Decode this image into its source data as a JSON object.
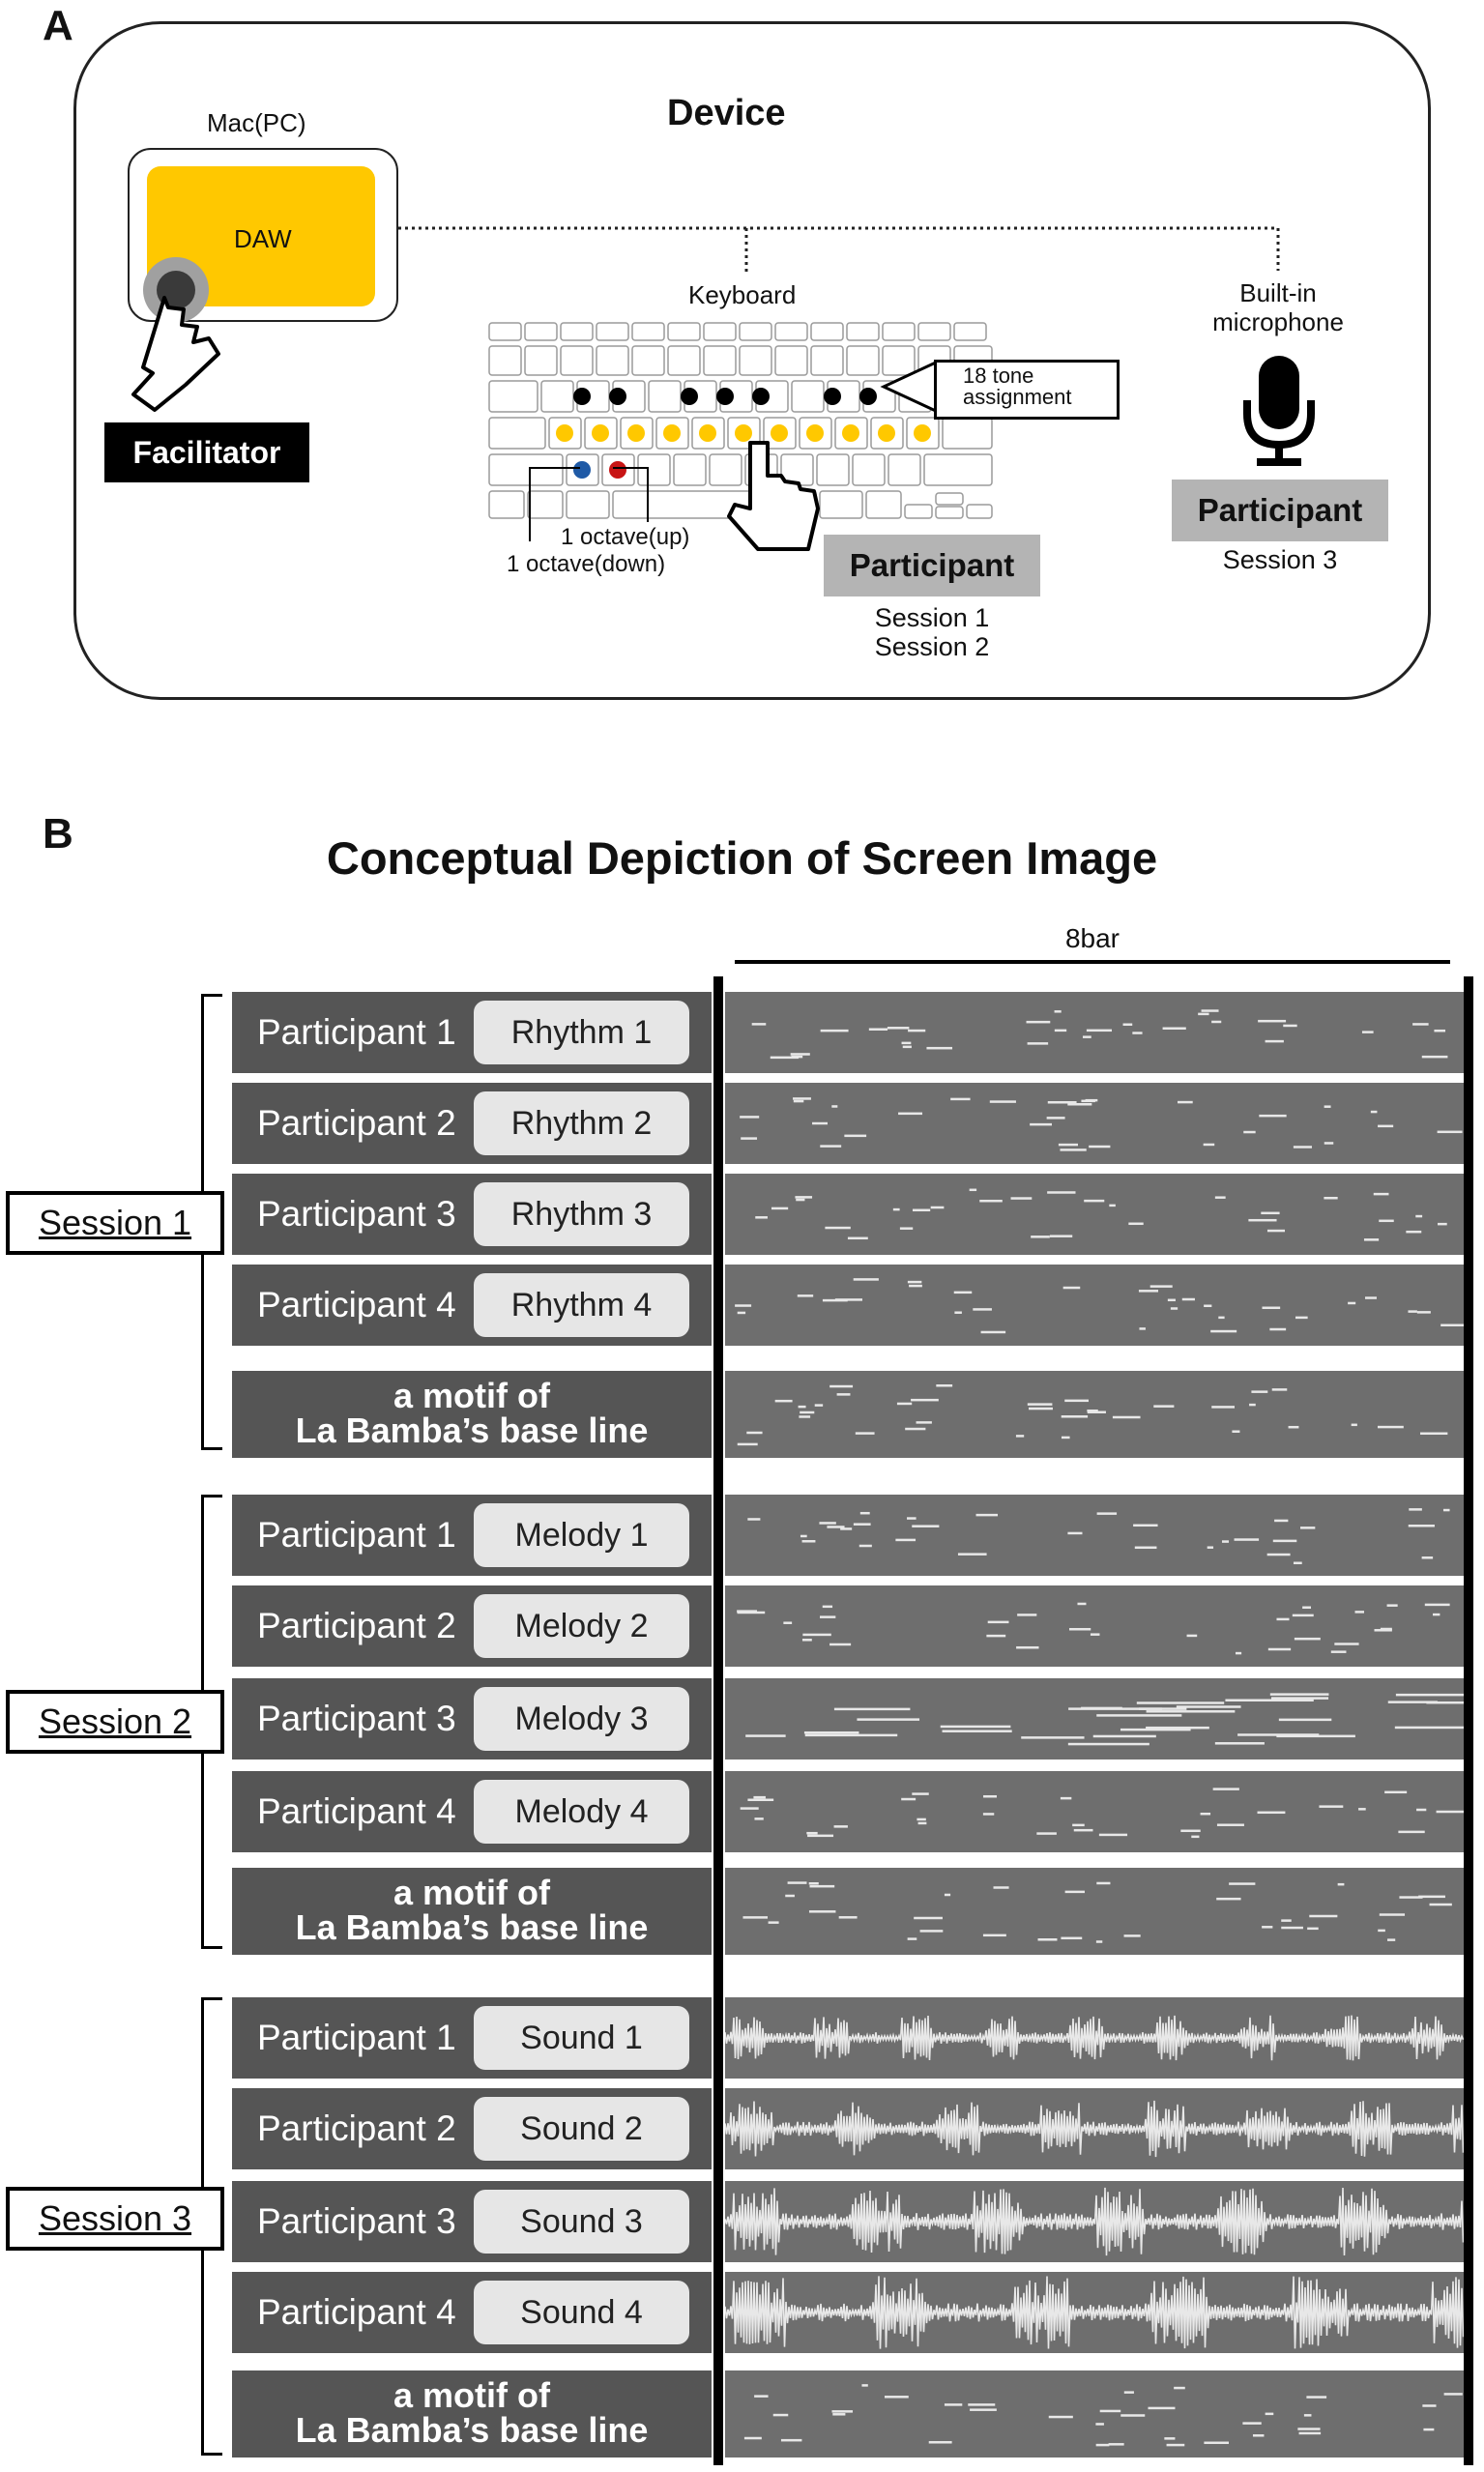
{
  "panel_a": {
    "letter": "A",
    "title": "Device",
    "mac_label": "Mac(PC)",
    "daw_label": "DAW",
    "facilitator": "Facilitator",
    "keyboard_label": "Keyboard",
    "tone_assignment": "18 tone\nassignment",
    "octave_up": "1 octave(up)",
    "octave_down": "1 octave(down)",
    "participant_keyboard": "Participant",
    "sessions_keyboard": [
      "Session 1",
      "Session 2"
    ],
    "microphone_label": "Built-in\nmicrophone",
    "participant_mic": "Participant",
    "session_mic": "Session 3",
    "colors": {
      "daw": "#ffc800",
      "key_black": "#000000",
      "key_yellow": "#ffc800",
      "octave_down_key": "#1f5aa6",
      "octave_up_key": "#c81414"
    }
  },
  "panel_b": {
    "letter": "B",
    "title": "Conceptual Depiction of Screen Image",
    "bar_label": "8bar",
    "motif_label": [
      "a motif of",
      "La Bamba’s base line"
    ],
    "sessions": [
      {
        "name": "Session 1",
        "kind": "midi",
        "rows": [
          {
            "participant": "Participant 1",
            "track": "Rhythm 1"
          },
          {
            "participant": "Participant 2",
            "track": "Rhythm 2"
          },
          {
            "participant": "Participant 3",
            "track": "Rhythm 3"
          },
          {
            "participant": "Participant 4",
            "track": "Rhythm 4"
          }
        ]
      },
      {
        "name": "Session 2",
        "kind": "midi",
        "rows": [
          {
            "participant": "Participant 1",
            "track": "Melody 1"
          },
          {
            "participant": "Participant 2",
            "track": "Melody 2"
          },
          {
            "participant": "Participant 3",
            "track": "Melody 3"
          },
          {
            "participant": "Participant 4",
            "track": "Melody 4"
          }
        ]
      },
      {
        "name": "Session 3",
        "kind": "audio",
        "rows": [
          {
            "participant": "Participant 1",
            "track": "Sound 1"
          },
          {
            "participant": "Participant 2",
            "track": "Sound 2"
          },
          {
            "participant": "Participant 3",
            "track": "Sound 3"
          },
          {
            "participant": "Participant 4",
            "track": "Sound 4"
          }
        ]
      }
    ],
    "colors": {
      "label_bg": "#555555",
      "track_bg": "#6e6e6e",
      "notes": "#e8e8e8"
    }
  }
}
